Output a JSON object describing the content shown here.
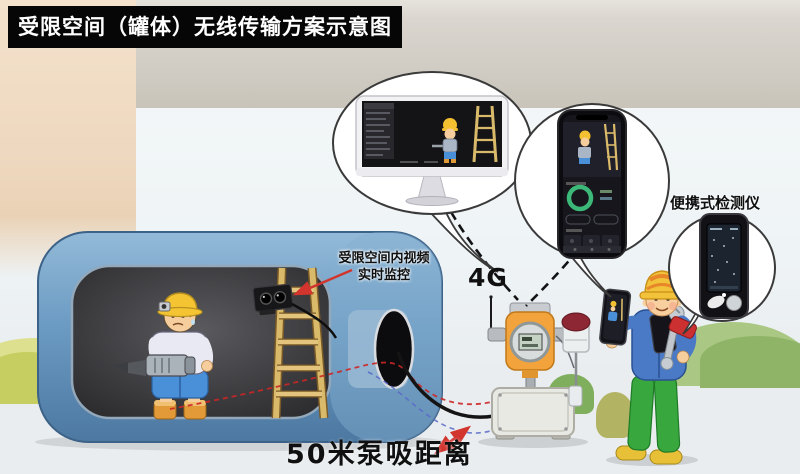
{
  "title": "受限空间（罐体）无线传输方案示意图",
  "labels": {
    "camera_line1": "受限空间内视频",
    "camera_line2": "实时监控",
    "network": "4G",
    "portable_detector": "便携式检测仪",
    "pump_distance": "50米泵吸距离"
  },
  "icons": {
    "camera": "surveillance-camera-icon",
    "monitor": "desktop-monitor-video-feed-icon",
    "phone": "smartphone-monitoring-app-icon",
    "gas_detector": "fixed-gas-detector-icon",
    "alarm_beacon": "alarm-beacon-icon",
    "junction_box": "junction-box-icon",
    "portable_detector": "portable-gas-detector-icon",
    "ladder": "wooden-ladder-icon",
    "worker_inside": "worker-with-drill-icon",
    "worker_outside": "worker-with-phone-icon"
  },
  "colors": {
    "title_bg": "#060606",
    "title_text": "#ffffff",
    "tank": "#6b9ac2",
    "tank_interior": "#2b2b2e",
    "arrow_red": "#d2342e",
    "detector_body": "#f2a33c",
    "beacon_dome": "#8e2734",
    "app_ring_green": "#3cb878",
    "label_text": "#101010",
    "ground": "#d2cec6",
    "ladder_wood": "#d9b96a"
  }
}
